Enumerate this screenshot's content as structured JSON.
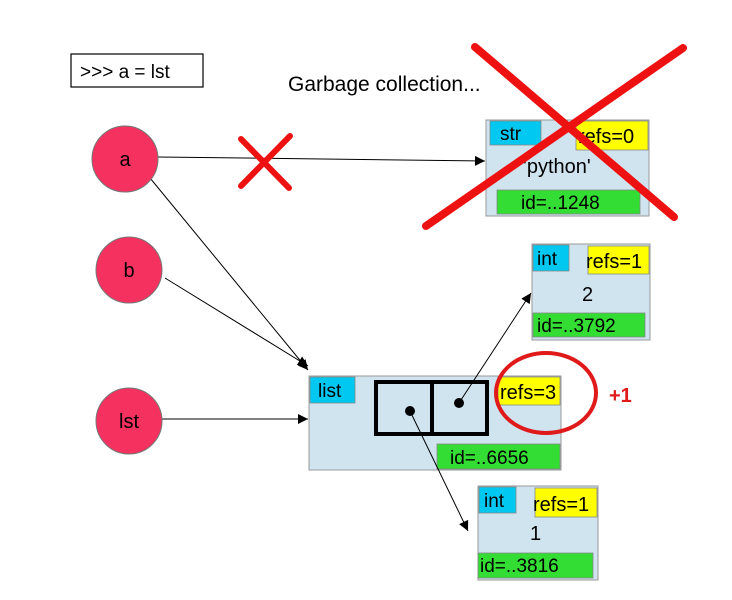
{
  "code_box": {
    "text": ">>> a = lst"
  },
  "caption": "Garbage collection...",
  "variables": {
    "a": "a",
    "b": "b",
    "lst": "lst"
  },
  "str_object": {
    "type": "str",
    "refs": "refs=0",
    "value": "'python'",
    "id": "id=..1248"
  },
  "int2_object": {
    "type": "int",
    "refs": "refs=1",
    "value": "2",
    "id": "id=..3792"
  },
  "list_object": {
    "type": "list",
    "refs": "refs=3",
    "id": "id=..6656"
  },
  "int1_object": {
    "type": "int",
    "refs": "refs=1",
    "value": "1",
    "id": "id=..3816"
  },
  "increment": "+1",
  "colors": {
    "variable_fill": "#f5325f",
    "object_fill": "#d0e4f0",
    "type_tag": "#00c8f0",
    "refs_tag": "#ffff00",
    "id_tag": "#33dd33",
    "cross": "#ee1111",
    "highlight": "#e01a1a"
  }
}
